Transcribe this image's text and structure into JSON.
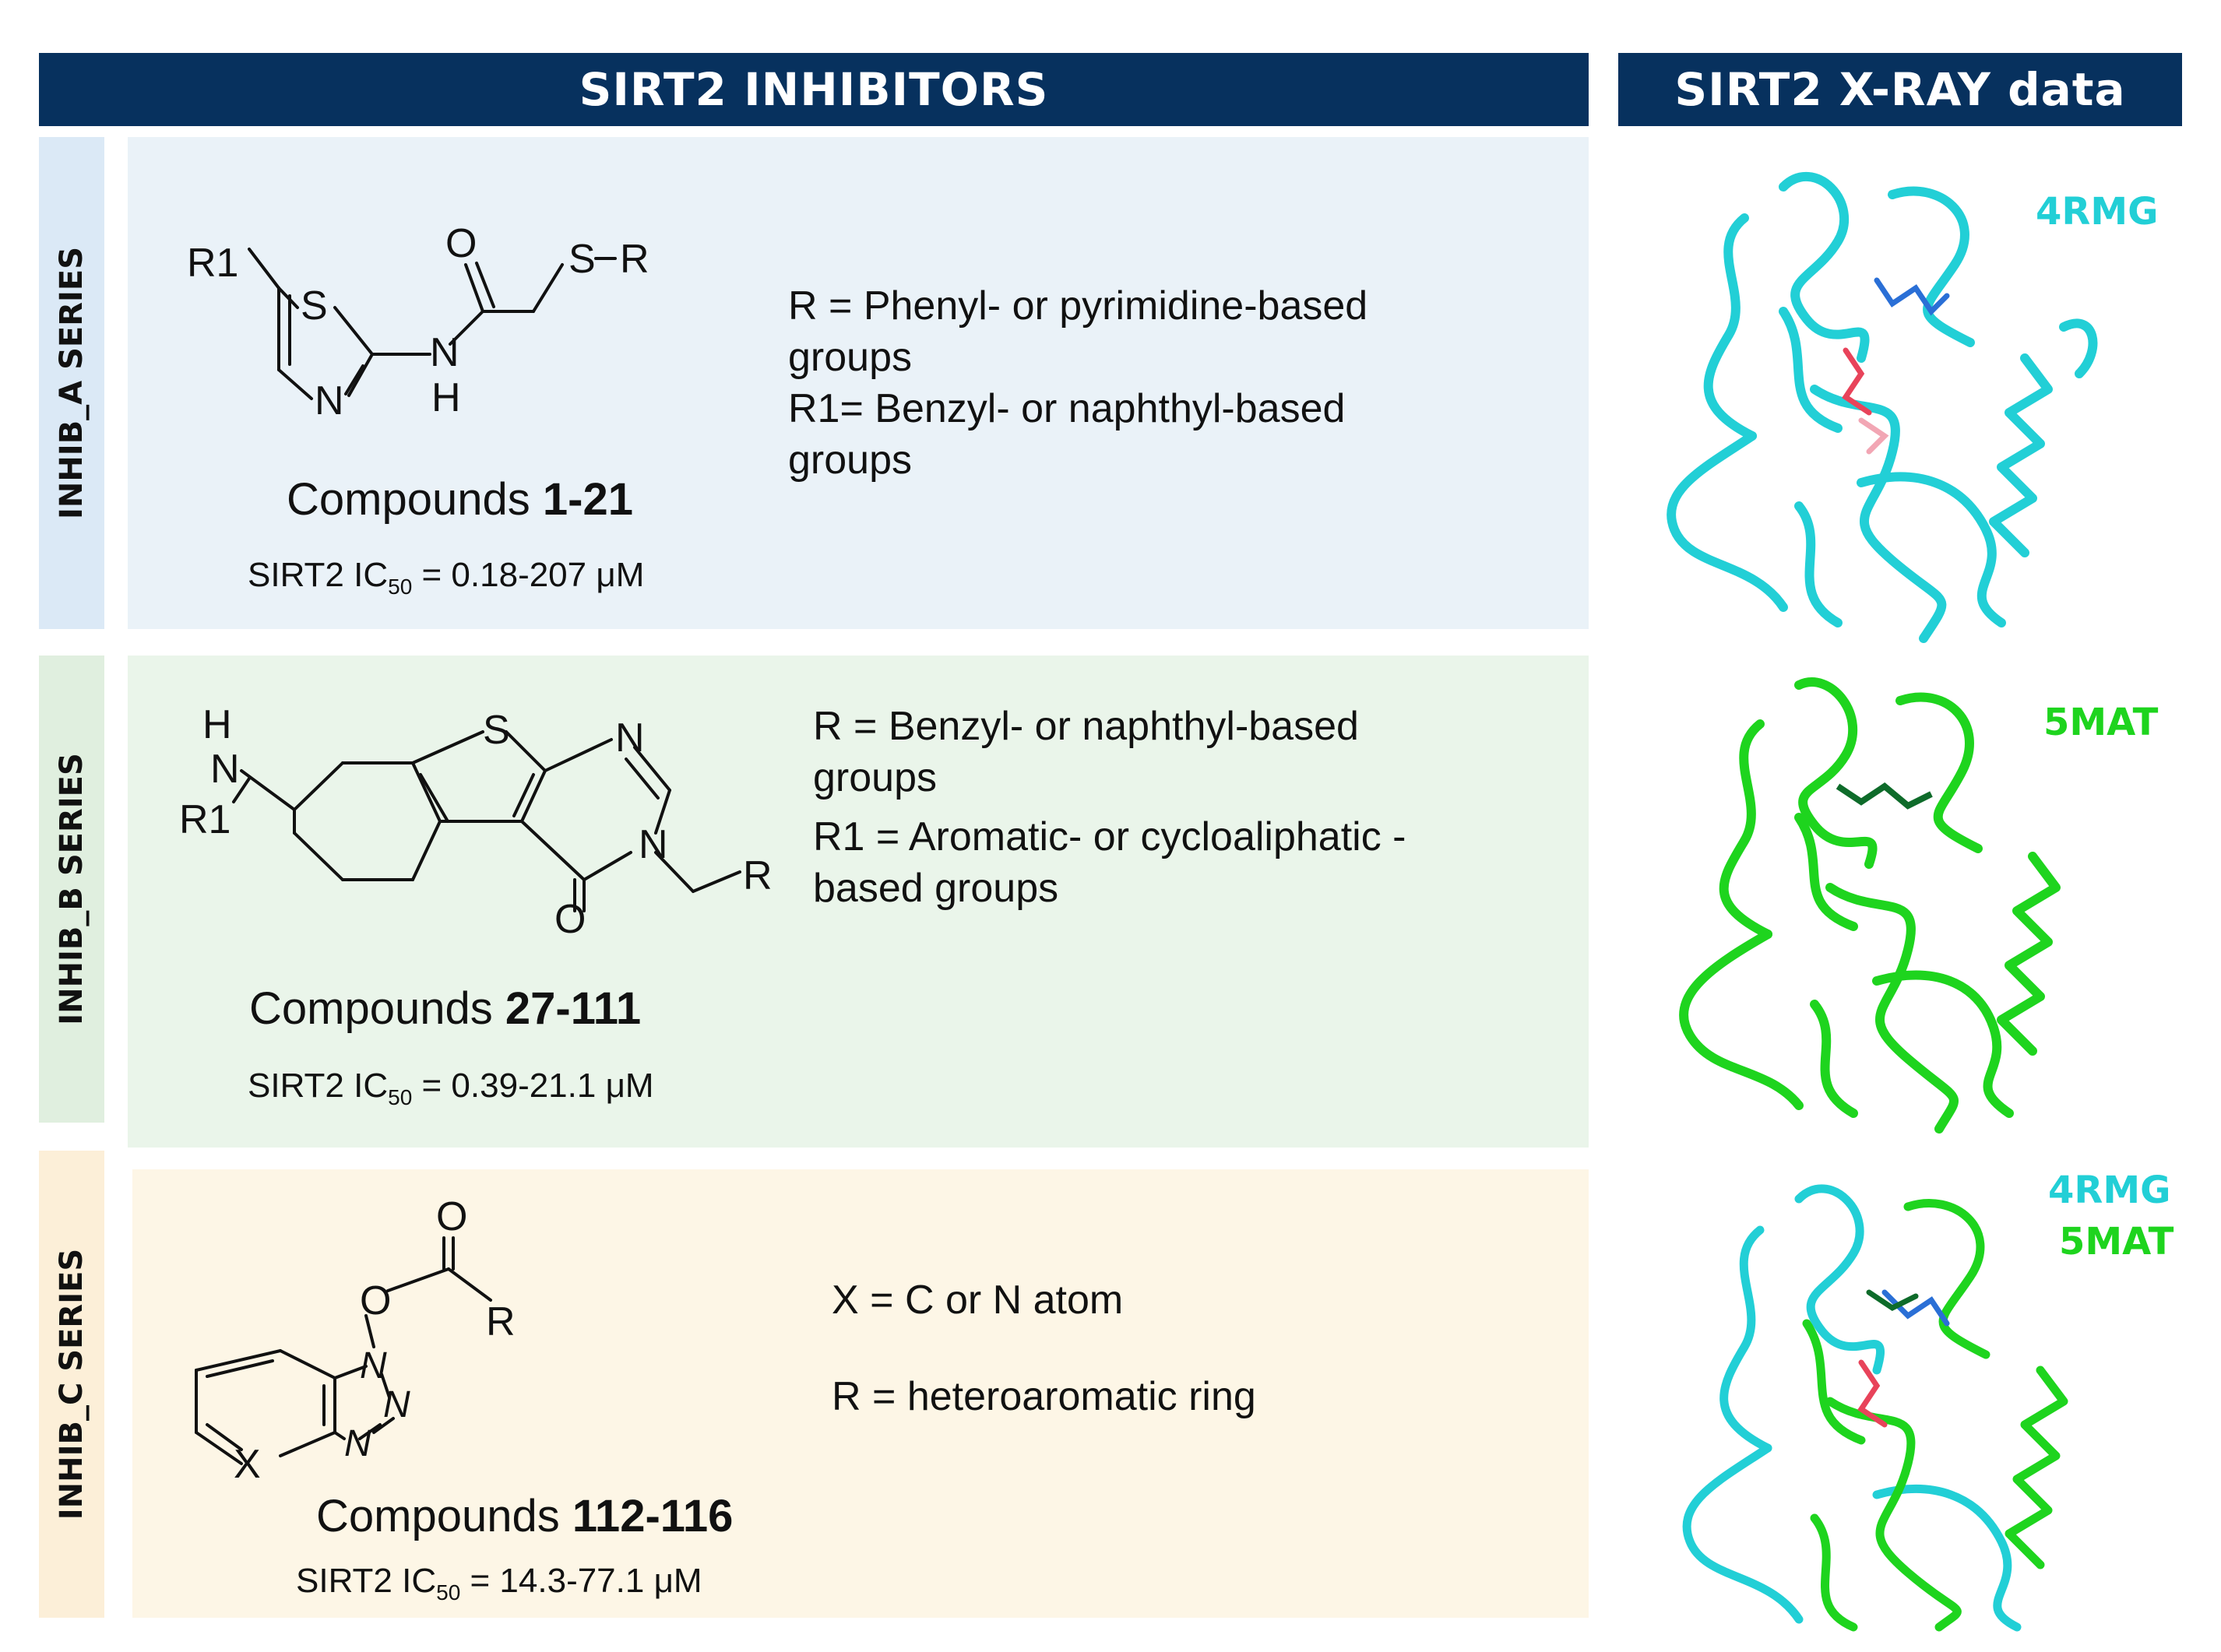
{
  "headers": {
    "inhibitors": "SIRT2 INHIBITORS",
    "xray": "SIRT2 X-RAY data"
  },
  "series": [
    {
      "tab": "INHIB_A SERIES",
      "tab_color": "#dbe9f6",
      "panel_color": "#eaf2f8",
      "atoms": {
        "r1": "R1",
        "s_ring": "S",
        "n_ring": "N",
        "o": "O",
        "nh_n": "N",
        "nh_h": "H",
        "s_chain": "S",
        "r": "R"
      },
      "desc": [
        "R = Phenyl- or pyrimidine-based",
        "groups",
        "R1= Benzyl- or naphthyl-based",
        "groups"
      ],
      "compounds_label": "Compounds",
      "compounds_range": "1-21",
      "ic50_label": "SIRT2 IC",
      "ic50_sub": "50",
      "ic50_value": " = 0.18-207 μM"
    },
    {
      "tab": "INHIB_B SERIES",
      "tab_color": "#e0efdf",
      "panel_color": "#eaf5ea",
      "atoms": {
        "h": "H",
        "n_amine": "N",
        "r1": "R1",
        "s": "S",
        "n_top": "N",
        "n_bottom": "N",
        "o": "O",
        "r": "R"
      },
      "desc": [
        "R = Benzyl- or naphthyl-based",
        "groups",
        "R1 = Aromatic- or cycloaliphatic -",
        "based groups"
      ],
      "compounds_label": "Compounds",
      "compounds_range": "27-111",
      "ic50_label": "SIRT2 IC",
      "ic50_sub": "50",
      "ic50_value": " = 0.39-21.1 μM"
    },
    {
      "tab": "INHIB_C SERIES",
      "tab_color": "#fcefd8",
      "panel_color": "#fdf6e6",
      "atoms": {
        "o_carbonyl": "O",
        "o_ester": "O",
        "r": "R",
        "n1": "N",
        "n2": "N",
        "n3": "N",
        "x": "X"
      },
      "desc": [
        "X  = C or N atom",
        "R = heteroaromatic ring"
      ],
      "compounds_label": "Compounds",
      "compounds_range": "112-116",
      "ic50_label": "SIRT2 IC",
      "ic50_sub": "50",
      "ic50_value": " = 14.3-77.1 μM"
    }
  ],
  "structures": [
    {
      "pdb": [
        "4RMG"
      ],
      "colors": [
        "#22cfd6"
      ]
    },
    {
      "pdb": [
        "5MAT"
      ],
      "colors": [
        "#1ed41e"
      ]
    },
    {
      "pdb": [
        "4RMG",
        "5MAT"
      ],
      "colors": [
        "#22cfd6",
        "#1ed41e"
      ]
    }
  ]
}
